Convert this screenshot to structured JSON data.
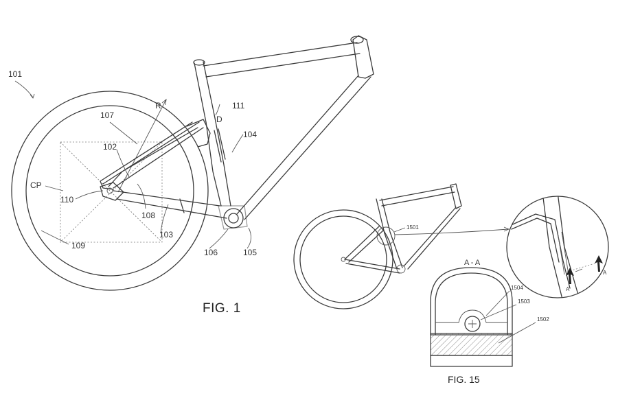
{
  "figures": {
    "fig1": {
      "caption": "FIG. 1"
    },
    "fig15": {
      "caption": "FIG. 15",
      "section_label": "A - A"
    }
  },
  "labels": {
    "l101": "101",
    "l107": "107",
    "lR": "R",
    "l111": "111",
    "lD": "D",
    "l104": "104",
    "l102": "102",
    "lCP": "CP",
    "l110": "110",
    "l108": "108",
    "l103": "103",
    "l109": "109",
    "l106": "106",
    "l105": "105",
    "l1501": "1501",
    "l1504": "1504",
    "l1503": "1503",
    "l1502": "1502",
    "lA1": "A",
    "lA2": "A"
  }
}
